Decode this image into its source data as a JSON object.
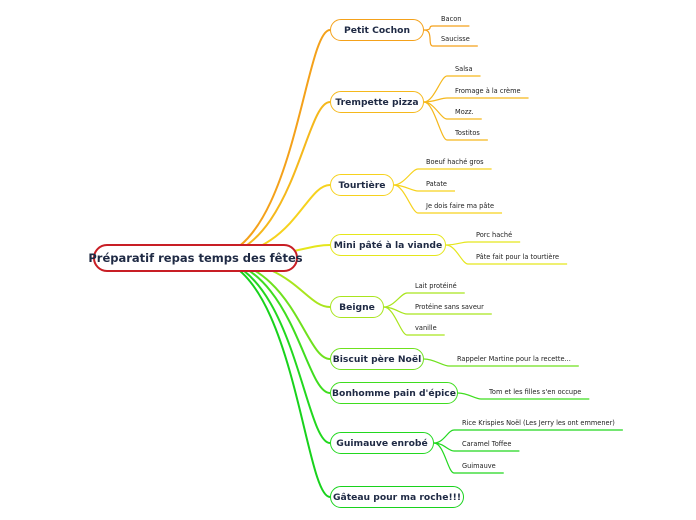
{
  "root": {
    "label": "Préparatif repas temps des fêtes"
  },
  "topics": [
    {
      "label": "Petit Cochon",
      "color": "#f4a11a",
      "children": [
        "Bacon",
        "Saucisse"
      ]
    },
    {
      "label": "Trempette pizza",
      "color": "#f5b81c",
      "children": [
        "Salsa",
        "Fromage à la crème",
        "Mozz.",
        "Tostitos"
      ]
    },
    {
      "label": "Tourtière",
      "color": "#f6d21e",
      "children": [
        "Boeuf haché gros",
        "Patate",
        "Je dois faire ma pâte"
      ]
    },
    {
      "label": "Mini pâté à la viande",
      "color": "#e5e61c",
      "children": [
        "Porc haché",
        "Pâte fait pour la tourtière"
      ]
    },
    {
      "label": "Beigne",
      "color": "#a9e51e",
      "children": [
        "Lait protéiné",
        "Protéine sans saveur",
        "vanille"
      ]
    },
    {
      "label": "Biscuit père Noël",
      "color": "#6fe11e",
      "children": [
        "Rappeler Martine pour la recette..."
      ]
    },
    {
      "label": "Bonhomme pain d'épice",
      "color": "#3fdd1f",
      "children": [
        "Tom et les filles s'en occupe"
      ]
    },
    {
      "label": "Guimauve enrobé",
      "color": "#22d81f",
      "children": [
        "Rice Krispies Noël (Les Jerry les ont emmener)",
        "Caramel Toffee",
        "Guimauve"
      ]
    },
    {
      "label": "Gâteau pour ma roche!!!",
      "color": "#18d21c",
      "children": []
    }
  ]
}
